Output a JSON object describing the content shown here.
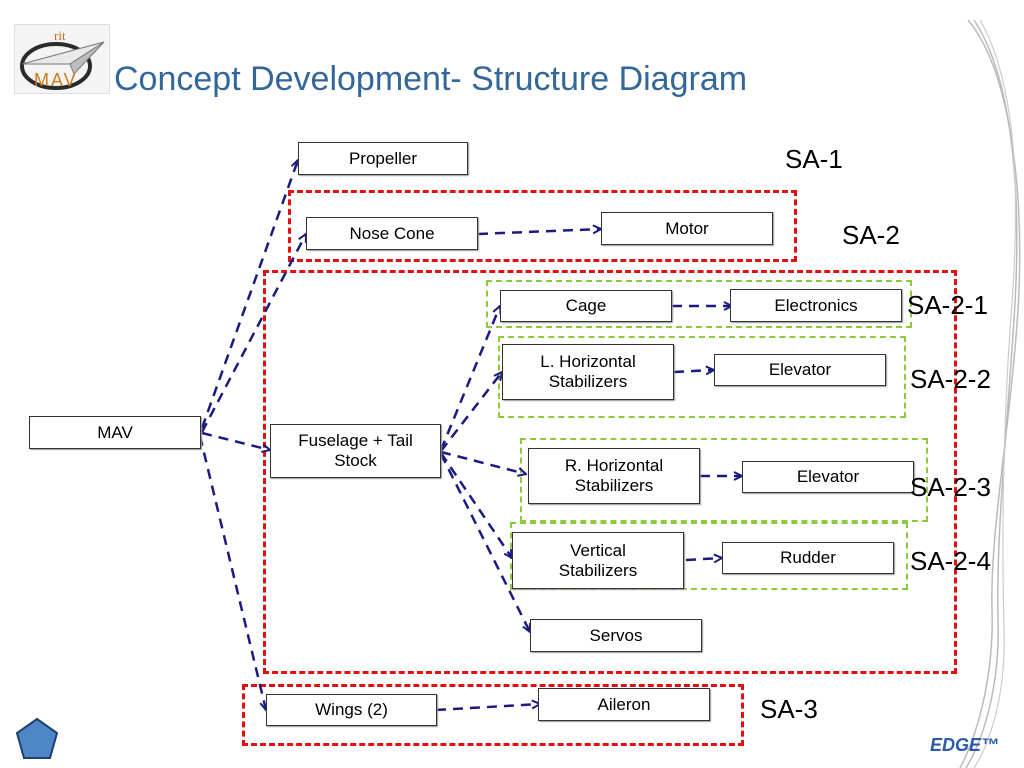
{
  "title": "Concept Development- Structure Diagram",
  "logo": {
    "top_text": "rit",
    "bottom_text": "MAV"
  },
  "footer": {
    "brand": "EDGE™"
  },
  "colors": {
    "title": "#336699",
    "arrow": "#1a1a80",
    "subassembly_outer": "#e01010",
    "subassembly_inner": "#8ccc3c",
    "footer": "#2a5aa8"
  },
  "nodes": {
    "mav": "MAV",
    "propeller": "Propeller",
    "nose_cone": "Nose Cone",
    "motor": "Motor",
    "fuselage": "Fuselage + Tail\nStock",
    "cage": "Cage",
    "electronics": "Electronics",
    "l_horizontal": "L. Horizontal\nStabilizers",
    "elevator_left": "Elevator",
    "r_horizontal": "R. Horizontal\nStabilizers",
    "elevator_right": "Elevator",
    "vertical": "Vertical\nStabilizers",
    "rudder": "Rudder",
    "servos": "Servos",
    "wings": "Wings (2)",
    "aileron": "Aileron"
  },
  "subassemblies": {
    "sa1": "SA-1",
    "sa2": "SA-2",
    "sa2_1": "SA-2-1",
    "sa2_2": "SA-2-2",
    "sa2_3": "SA-2-3",
    "sa2_4": "SA-2-4",
    "sa3": "SA-3"
  }
}
